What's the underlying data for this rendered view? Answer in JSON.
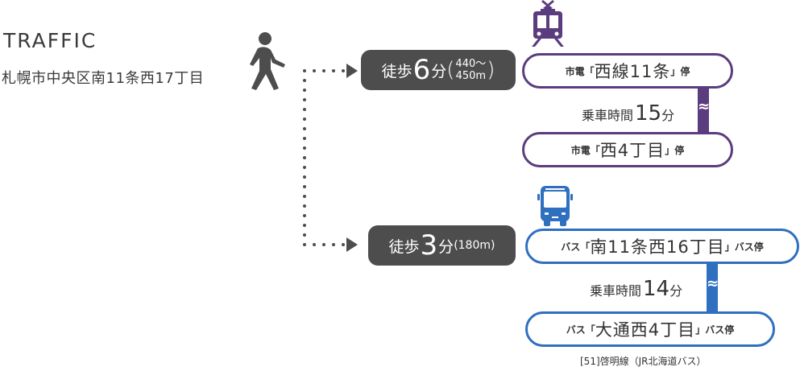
{
  "header": {
    "title": "TRAFFIC",
    "address": "札幌市中央区南11条西17丁目"
  },
  "colors": {
    "walk": "#4d4d4d",
    "tram": "#5b3c7f",
    "bus": "#2f6fbf",
    "text": "#333333"
  },
  "icons": {
    "walker": "person-walking-icon",
    "tram": "tram-icon",
    "bus": "bus-icon"
  },
  "routes": [
    {
      "mode": "tram",
      "walk": {
        "label": "徒歩",
        "minutes": "6",
        "unit": "分",
        "dist_open": "(",
        "dist_line1": "440〜",
        "dist_line2": "450m",
        "dist_close": ")"
      },
      "from_stop": {
        "prefix": "市電「",
        "name": "西線11条",
        "suffix": "」停"
      },
      "ride": {
        "label": "乗車時間",
        "minutes": "15",
        "unit": "分"
      },
      "to_stop": {
        "prefix": "市電「",
        "name": "西4丁目",
        "suffix": "」停"
      }
    },
    {
      "mode": "bus",
      "walk": {
        "label": "徒歩",
        "minutes": "3",
        "unit": "分",
        "distance": "(180m)"
      },
      "from_stop": {
        "prefix": "バス「",
        "name": "南11条西16丁目",
        "suffix": "」バス停"
      },
      "ride": {
        "label": "乗車時間",
        "minutes": "14",
        "unit": "分"
      },
      "to_stop": {
        "prefix": "バス「",
        "name": "大通西4丁目",
        "suffix": "」バス停"
      },
      "note": "[51]啓明線（JR北海道バス）"
    }
  ],
  "wave_glyph": "≈"
}
